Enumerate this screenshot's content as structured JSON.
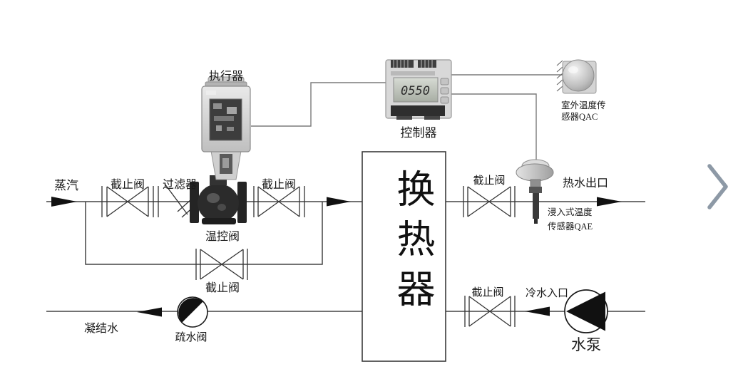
{
  "diagram": {
    "labels": {
      "steam": "蒸汽",
      "stop_valve": "截止阀",
      "filter": "过滤器",
      "temp_control_valve": "温控阀",
      "actuator": "执行器",
      "controller": "控制器",
      "outdoor_sensor_line1": "室外温度传",
      "outdoor_sensor_line2": "感器QAC",
      "heat_exchanger": "换热器",
      "hot_water_outlet": "热水出口",
      "immersion_sensor_line1": "浸入式温度",
      "immersion_sensor_line2": "传感器QAE",
      "cold_water_inlet": "冷水入口",
      "pump": "水泵",
      "steam_trap": "疏水阀",
      "condensate": "凝结水"
    },
    "controller": {
      "display": "0550"
    },
    "colors": {
      "pipe": "#444444",
      "wire": "#7a7a7a",
      "symbol_fill": "#111111"
    }
  }
}
